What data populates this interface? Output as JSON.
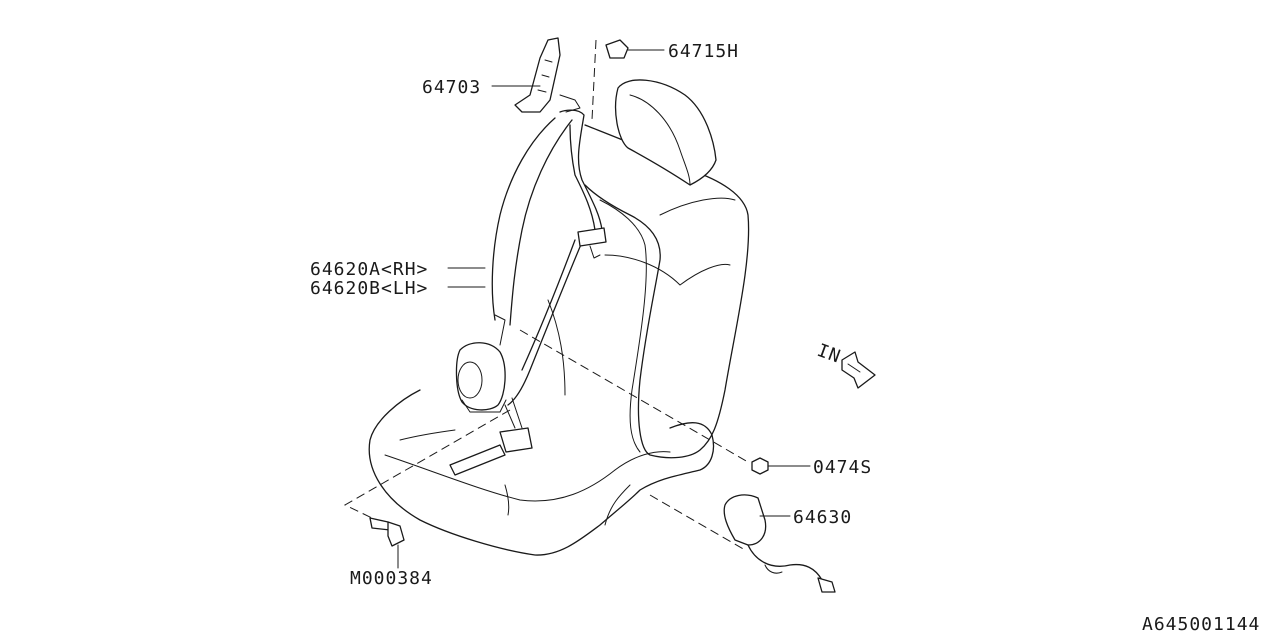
{
  "diagram": {
    "labels": {
      "retractor_upper_anchor": "64715H",
      "height_adjuster": "64703",
      "seat_belt_rh": "64620A<RH>",
      "seat_belt_lh": "64620B<LH>",
      "bolt_small": "0474S",
      "buckle": "64630",
      "bolt_anchor": "M000384",
      "direction_in": "IN",
      "diagram_code": "A645001144"
    }
  }
}
